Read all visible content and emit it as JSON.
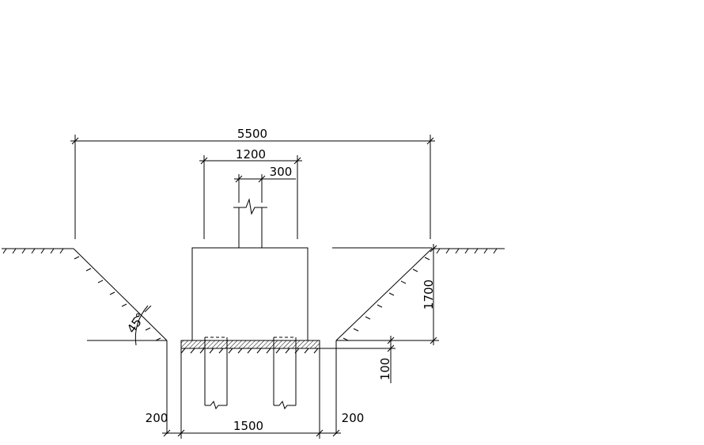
{
  "drawing": {
    "type": "foundation-excavation-section",
    "dimensions": {
      "overall_width": "5500",
      "pedestal_width": "1200",
      "column_width": "300",
      "excavation_depth": "1700",
      "bedding_thickness": "100",
      "working_space_left": "200",
      "working_space_right": "200",
      "base_width": "1500"
    },
    "slope_angle": "45°"
  }
}
